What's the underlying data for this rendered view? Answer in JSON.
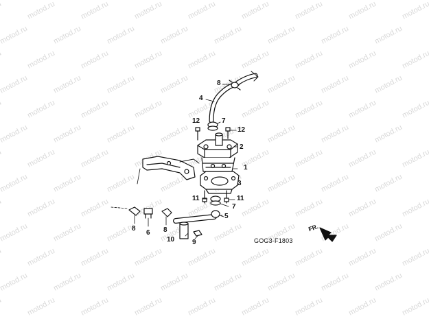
{
  "watermark_text": "motod.ru",
  "diagram_code": "GOG3-F1803",
  "front_label": "FR.",
  "callouts": [
    "8",
    "4",
    "7",
    "12",
    "12",
    "2",
    "1",
    "3",
    "11",
    "11",
    "7",
    "5",
    "8",
    "6",
    "8",
    "10",
    "9"
  ],
  "colors": {
    "line": "#111111",
    "watermark": "#d9d9d9"
  }
}
